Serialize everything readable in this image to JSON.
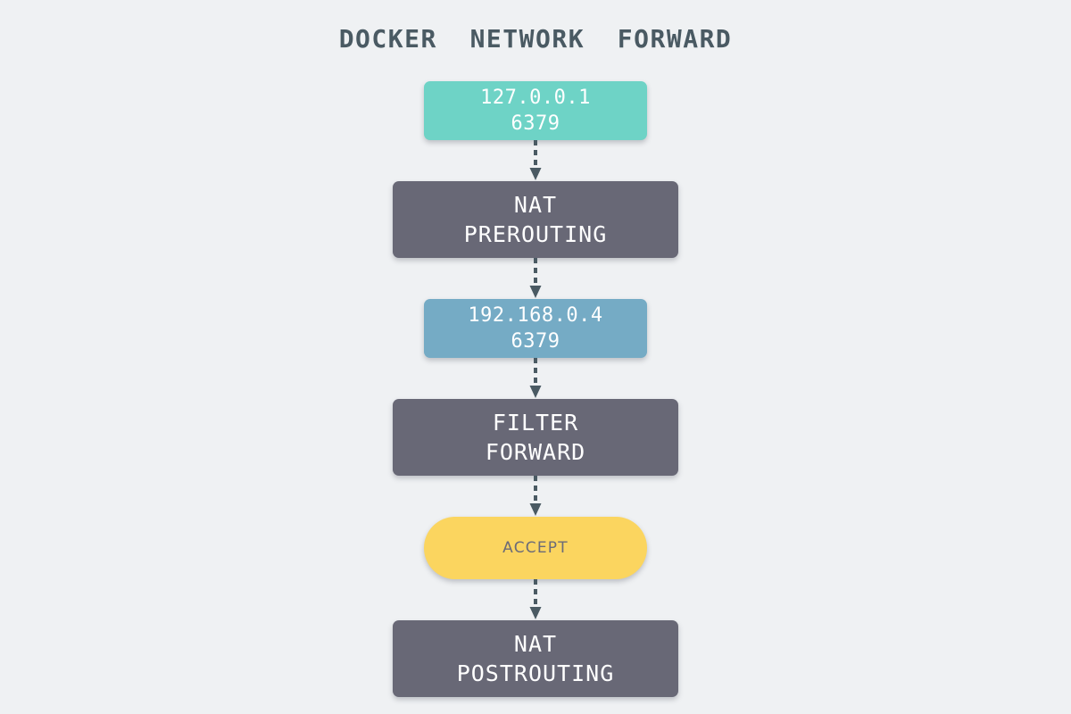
{
  "title": "DOCKER  NETWORK  FORWARD",
  "colors": {
    "background": "#eff1f3",
    "title_text": "#4a5a63",
    "endpoint_source": "#6ed3c6",
    "endpoint_dest": "#75abc5",
    "chain_box": "#686876",
    "verdict_accept": "#fbd55f",
    "verdict_text": "#6b6b78",
    "node_text": "#ffffff",
    "arrow": "#4a5a63"
  },
  "nodes": [
    {
      "id": "source-endpoint",
      "kind": "endpoint",
      "line1": "127.0.0.1",
      "line2": "6379"
    },
    {
      "id": "nat-prerouting",
      "kind": "chain",
      "line1": "NAT",
      "line2": "PREROUTING"
    },
    {
      "id": "dest-endpoint",
      "kind": "endpoint",
      "line1": "192.168.0.4",
      "line2": "6379"
    },
    {
      "id": "filter-forward",
      "kind": "chain",
      "line1": "FILTER",
      "line2": "FORWARD"
    },
    {
      "id": "verdict-accept",
      "kind": "verdict",
      "line1": "ACCEPT",
      "line2": ""
    },
    {
      "id": "nat-postrouting",
      "kind": "chain",
      "line1": "NAT",
      "line2": "POSTROUTING"
    }
  ],
  "connectors": [
    {
      "id": "arrow-1",
      "from": "source-endpoint",
      "to": "nat-prerouting",
      "style": "dashed"
    },
    {
      "id": "arrow-2",
      "from": "nat-prerouting",
      "to": "dest-endpoint",
      "style": "dashed"
    },
    {
      "id": "arrow-3",
      "from": "dest-endpoint",
      "to": "filter-forward",
      "style": "dashed"
    },
    {
      "id": "arrow-4",
      "from": "filter-forward",
      "to": "verdict-accept",
      "style": "dashed"
    },
    {
      "id": "arrow-5",
      "from": "verdict-accept",
      "to": "nat-postrouting",
      "style": "dashed"
    }
  ]
}
